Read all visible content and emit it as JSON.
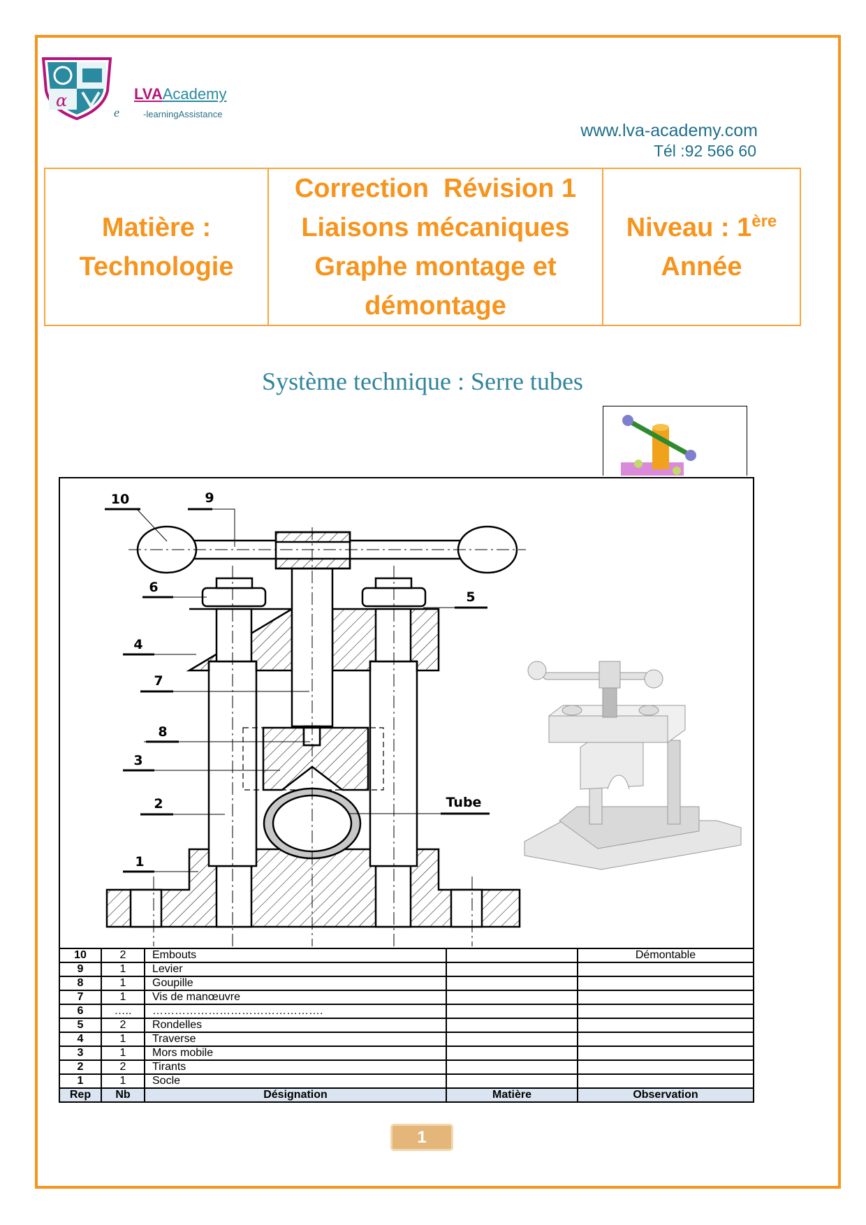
{
  "brand": {
    "name_part1": "LVA",
    "name_part2": "Academy",
    "e_letter": "e",
    "tagline": "-learningAssistance",
    "logo_icon": "shield-logo-icon"
  },
  "contact": {
    "website": "www.lva-academy.com",
    "phone": "Tél :92 566 60"
  },
  "header": {
    "subject_label": "Matière :",
    "subject_value": "Technologie",
    "title_lines": [
      "Correction  Révision 1",
      "Liaisons mécaniques",
      "Graphe montage et",
      "démontage"
    ],
    "level_label": "Niveau : 1",
    "level_sup": "ère",
    "level_value": "Année"
  },
  "subtitle": "Système technique : Serre tubes",
  "drawing": {
    "labels": {
      "p10": "10",
      "p9": "9",
      "p6": "6",
      "p5": "5",
      "p4": "4",
      "p7": "7",
      "p8": "8",
      "p3": "3",
      "p2": "2",
      "p1": "1",
      "tube": "Tube"
    }
  },
  "parts_table": {
    "headers": {
      "rep": "Rep",
      "nb": "Nb",
      "designation": "Désignation",
      "matiere": "Matière",
      "observation": "Observation"
    },
    "rows": [
      {
        "rep": "10",
        "nb": "2",
        "designation": "Embouts",
        "matiere": "",
        "observation": "Démontable"
      },
      {
        "rep": "9",
        "nb": "1",
        "designation": "Levier",
        "matiere": "",
        "observation": ""
      },
      {
        "rep": "8",
        "nb": "1",
        "designation": "Goupille",
        "matiere": "",
        "observation": ""
      },
      {
        "rep": "7",
        "nb": "1",
        "designation": "Vis de manœuvre",
        "matiere": "",
        "observation": ""
      },
      {
        "rep": "6",
        "nb": "…..",
        "designation": "……………………………………….",
        "matiere": "",
        "observation": ""
      },
      {
        "rep": "5",
        "nb": "2",
        "designation": "Rondelles",
        "matiere": "",
        "observation": ""
      },
      {
        "rep": "4",
        "nb": "1",
        "designation": "Traverse",
        "matiere": "",
        "observation": ""
      },
      {
        "rep": "3",
        "nb": "1",
        "designation": "Mors mobile",
        "matiere": "",
        "observation": ""
      },
      {
        "rep": "2",
        "nb": "2",
        "designation": "Tirants",
        "matiere": "",
        "observation": ""
      },
      {
        "rep": "1",
        "nb": "1",
        "designation": "Socle",
        "matiere": "",
        "observation": ""
      }
    ]
  },
  "page_number": "1",
  "colors": {
    "orange": "#f7941d",
    "teal": "#31849b",
    "header_row": "#dbe5f1",
    "page_badge": "#e5b679"
  }
}
